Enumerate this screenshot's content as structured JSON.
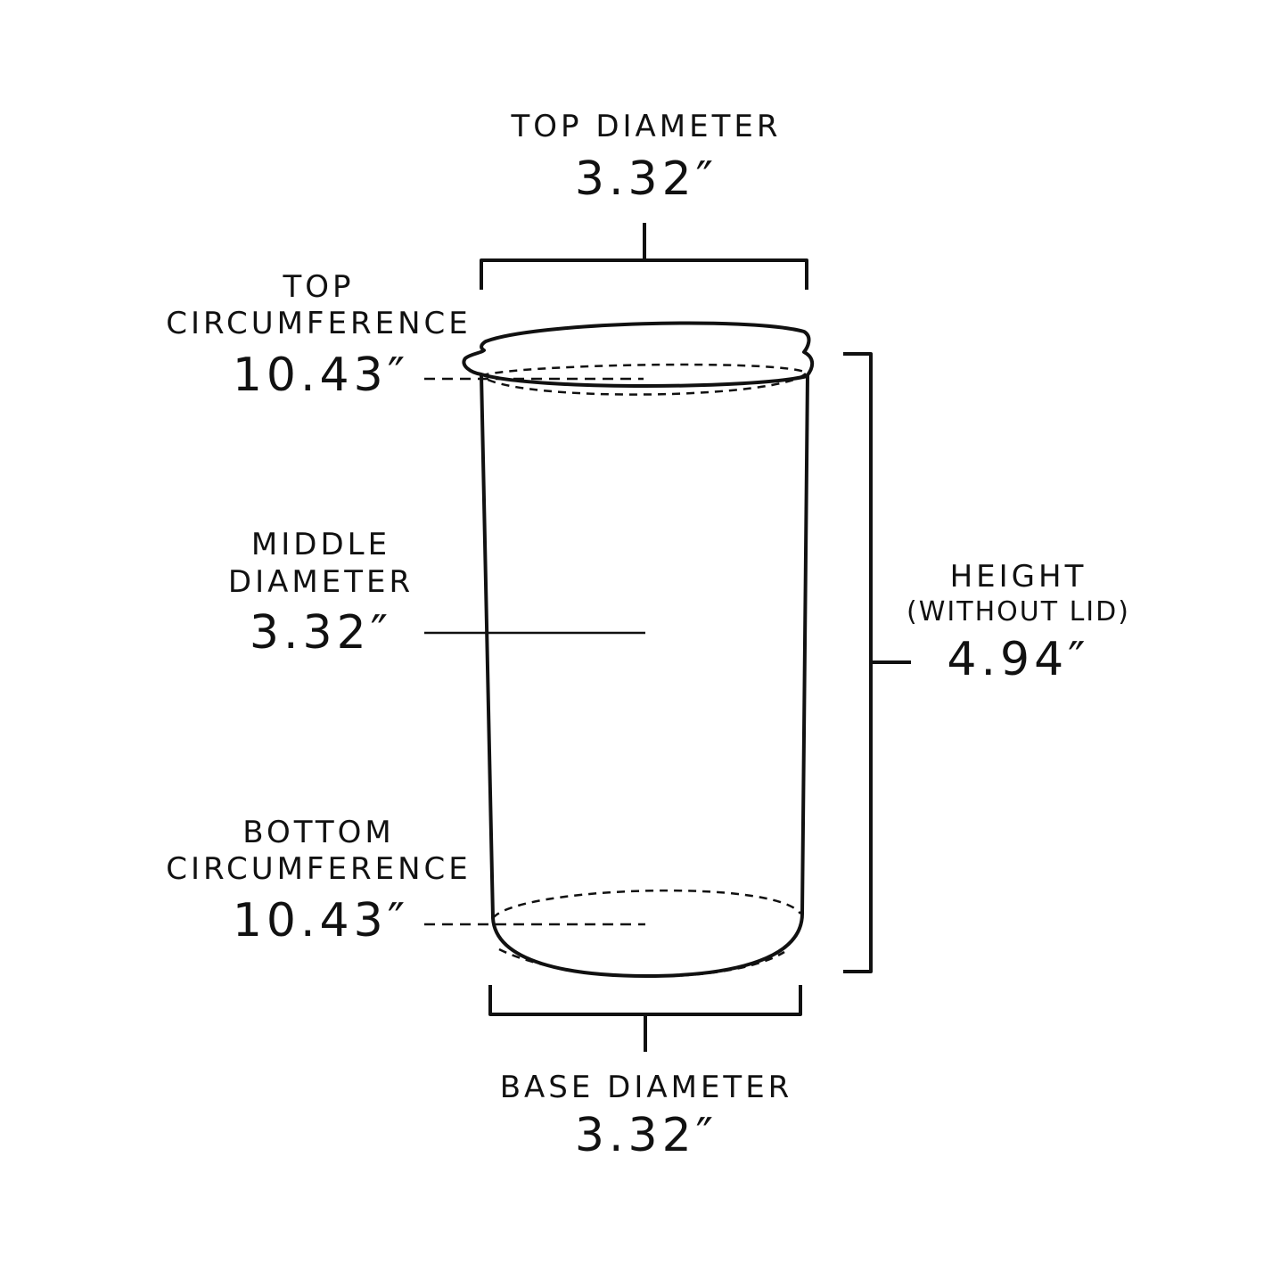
{
  "measurements": {
    "top_diameter": {
      "label": "TOP DIAMETER",
      "value": "3.32″"
    },
    "top_circumference": {
      "label_line1": "TOP",
      "label_line2": "CIRCUMFERENCE",
      "value": "10.43″"
    },
    "middle_diameter": {
      "label_line1": "MIDDLE",
      "label_line2": "DIAMETER",
      "value": "3.32″"
    },
    "bottom_circumference": {
      "label_line1": "BOTTOM",
      "label_line2": "CIRCUMFERENCE",
      "value": "10.43″"
    },
    "height": {
      "label": "HEIGHT",
      "note": "(WITHOUT LID)",
      "value": "4.94″"
    },
    "base_diameter": {
      "label": "BASE DIAMETER",
      "value": "3.32″"
    }
  },
  "colors": {
    "line": "#111111",
    "background": "#ffffff"
  }
}
